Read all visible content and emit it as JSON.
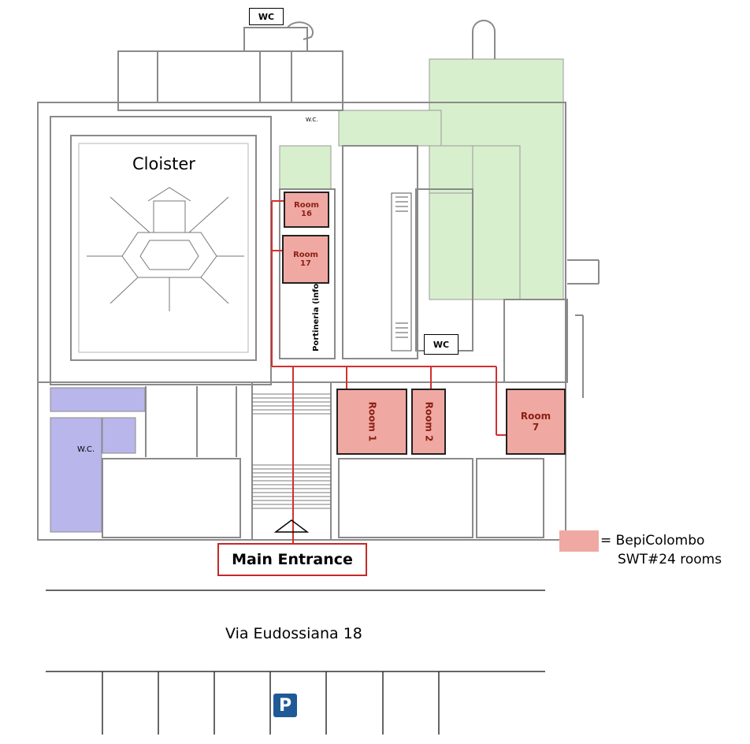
{
  "title": "",
  "labels": {
    "cloister": "Cloister",
    "wc_top": "WC",
    "wc_small": "W.C.",
    "wc_center": "WC",
    "wc_left": "W.C.",
    "portineria": "Portineria (info)",
    "main_entrance": "Main Entrance",
    "street": "Via Eudossiana 18",
    "parking": "P"
  },
  "rooms": {
    "room16": [
      "Room",
      "16"
    ],
    "room17": [
      "Room",
      "17"
    ],
    "room1": "Room 1",
    "room2": "Room 2",
    "room7": [
      "Room",
      "7"
    ]
  },
  "legend": {
    "equals": "=",
    "line1": "BepiColombo",
    "line2": "SWT#24 rooms"
  },
  "colors": {
    "meeting_rooms": "#f0a9a2",
    "route": "#d32f2f",
    "green_wing": "#d8efcd",
    "blue_wing": "#b9b6ec",
    "walls": "#8a8a8a"
  }
}
